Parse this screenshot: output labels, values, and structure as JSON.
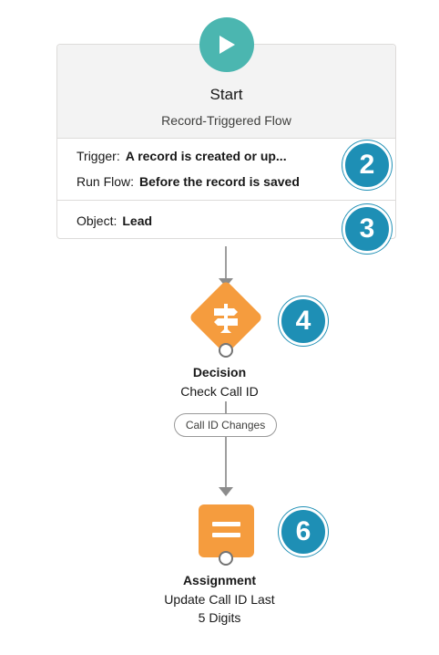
{
  "start": {
    "title": "Start",
    "subtitle": "Record-Triggered Flow",
    "trigger_label": "Trigger:",
    "trigger_value": "A record is created or up...",
    "run_flow_label": "Run Flow:",
    "run_flow_value": "Before the record is saved",
    "object_label": "Object:",
    "object_value": "Lead"
  },
  "badges": {
    "b2": "2",
    "b3": "3",
    "b4": "4",
    "b6": "6"
  },
  "decision": {
    "type_label": "Decision",
    "name": "Check Call ID",
    "outcome_label": "Call ID Changes"
  },
  "assignment": {
    "type_label": "Assignment",
    "name_line1": "Update Call ID Last",
    "name_line2": "5 Digits"
  },
  "colors": {
    "start_teal": "#4bb6b0",
    "badge_blue": "#1e8fb5",
    "element_orange": "#f59c3e"
  },
  "icons": {
    "start": "play-icon",
    "decision": "signpost-icon",
    "assignment": "equals-icon"
  }
}
